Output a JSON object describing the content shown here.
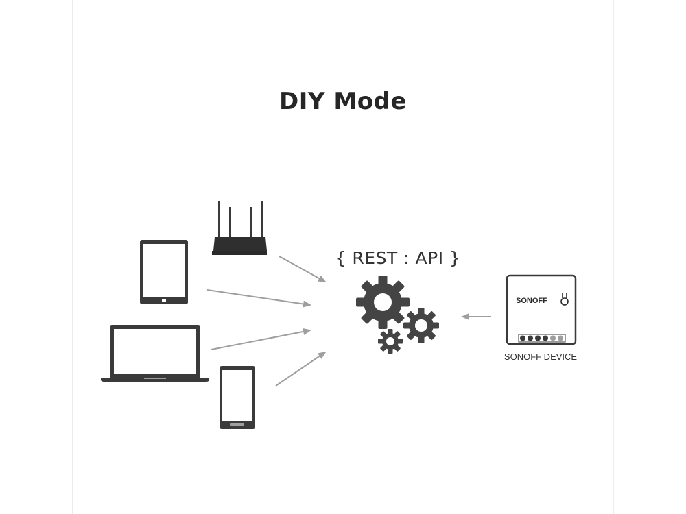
{
  "title": "DIY Mode",
  "api_label": "{ REST : API }",
  "device": {
    "brand": "SONOFF",
    "label": "SONOFF DEVICE"
  },
  "icons": [
    "router-icon",
    "tablet-icon",
    "laptop-icon",
    "phone-icon",
    "gears-icon",
    "sonoff-device-icon"
  ],
  "colors": {
    "device_fill": "#3a3a3a",
    "arrow": "#9e9e9e",
    "gear": "#444444",
    "text": "#262626"
  }
}
